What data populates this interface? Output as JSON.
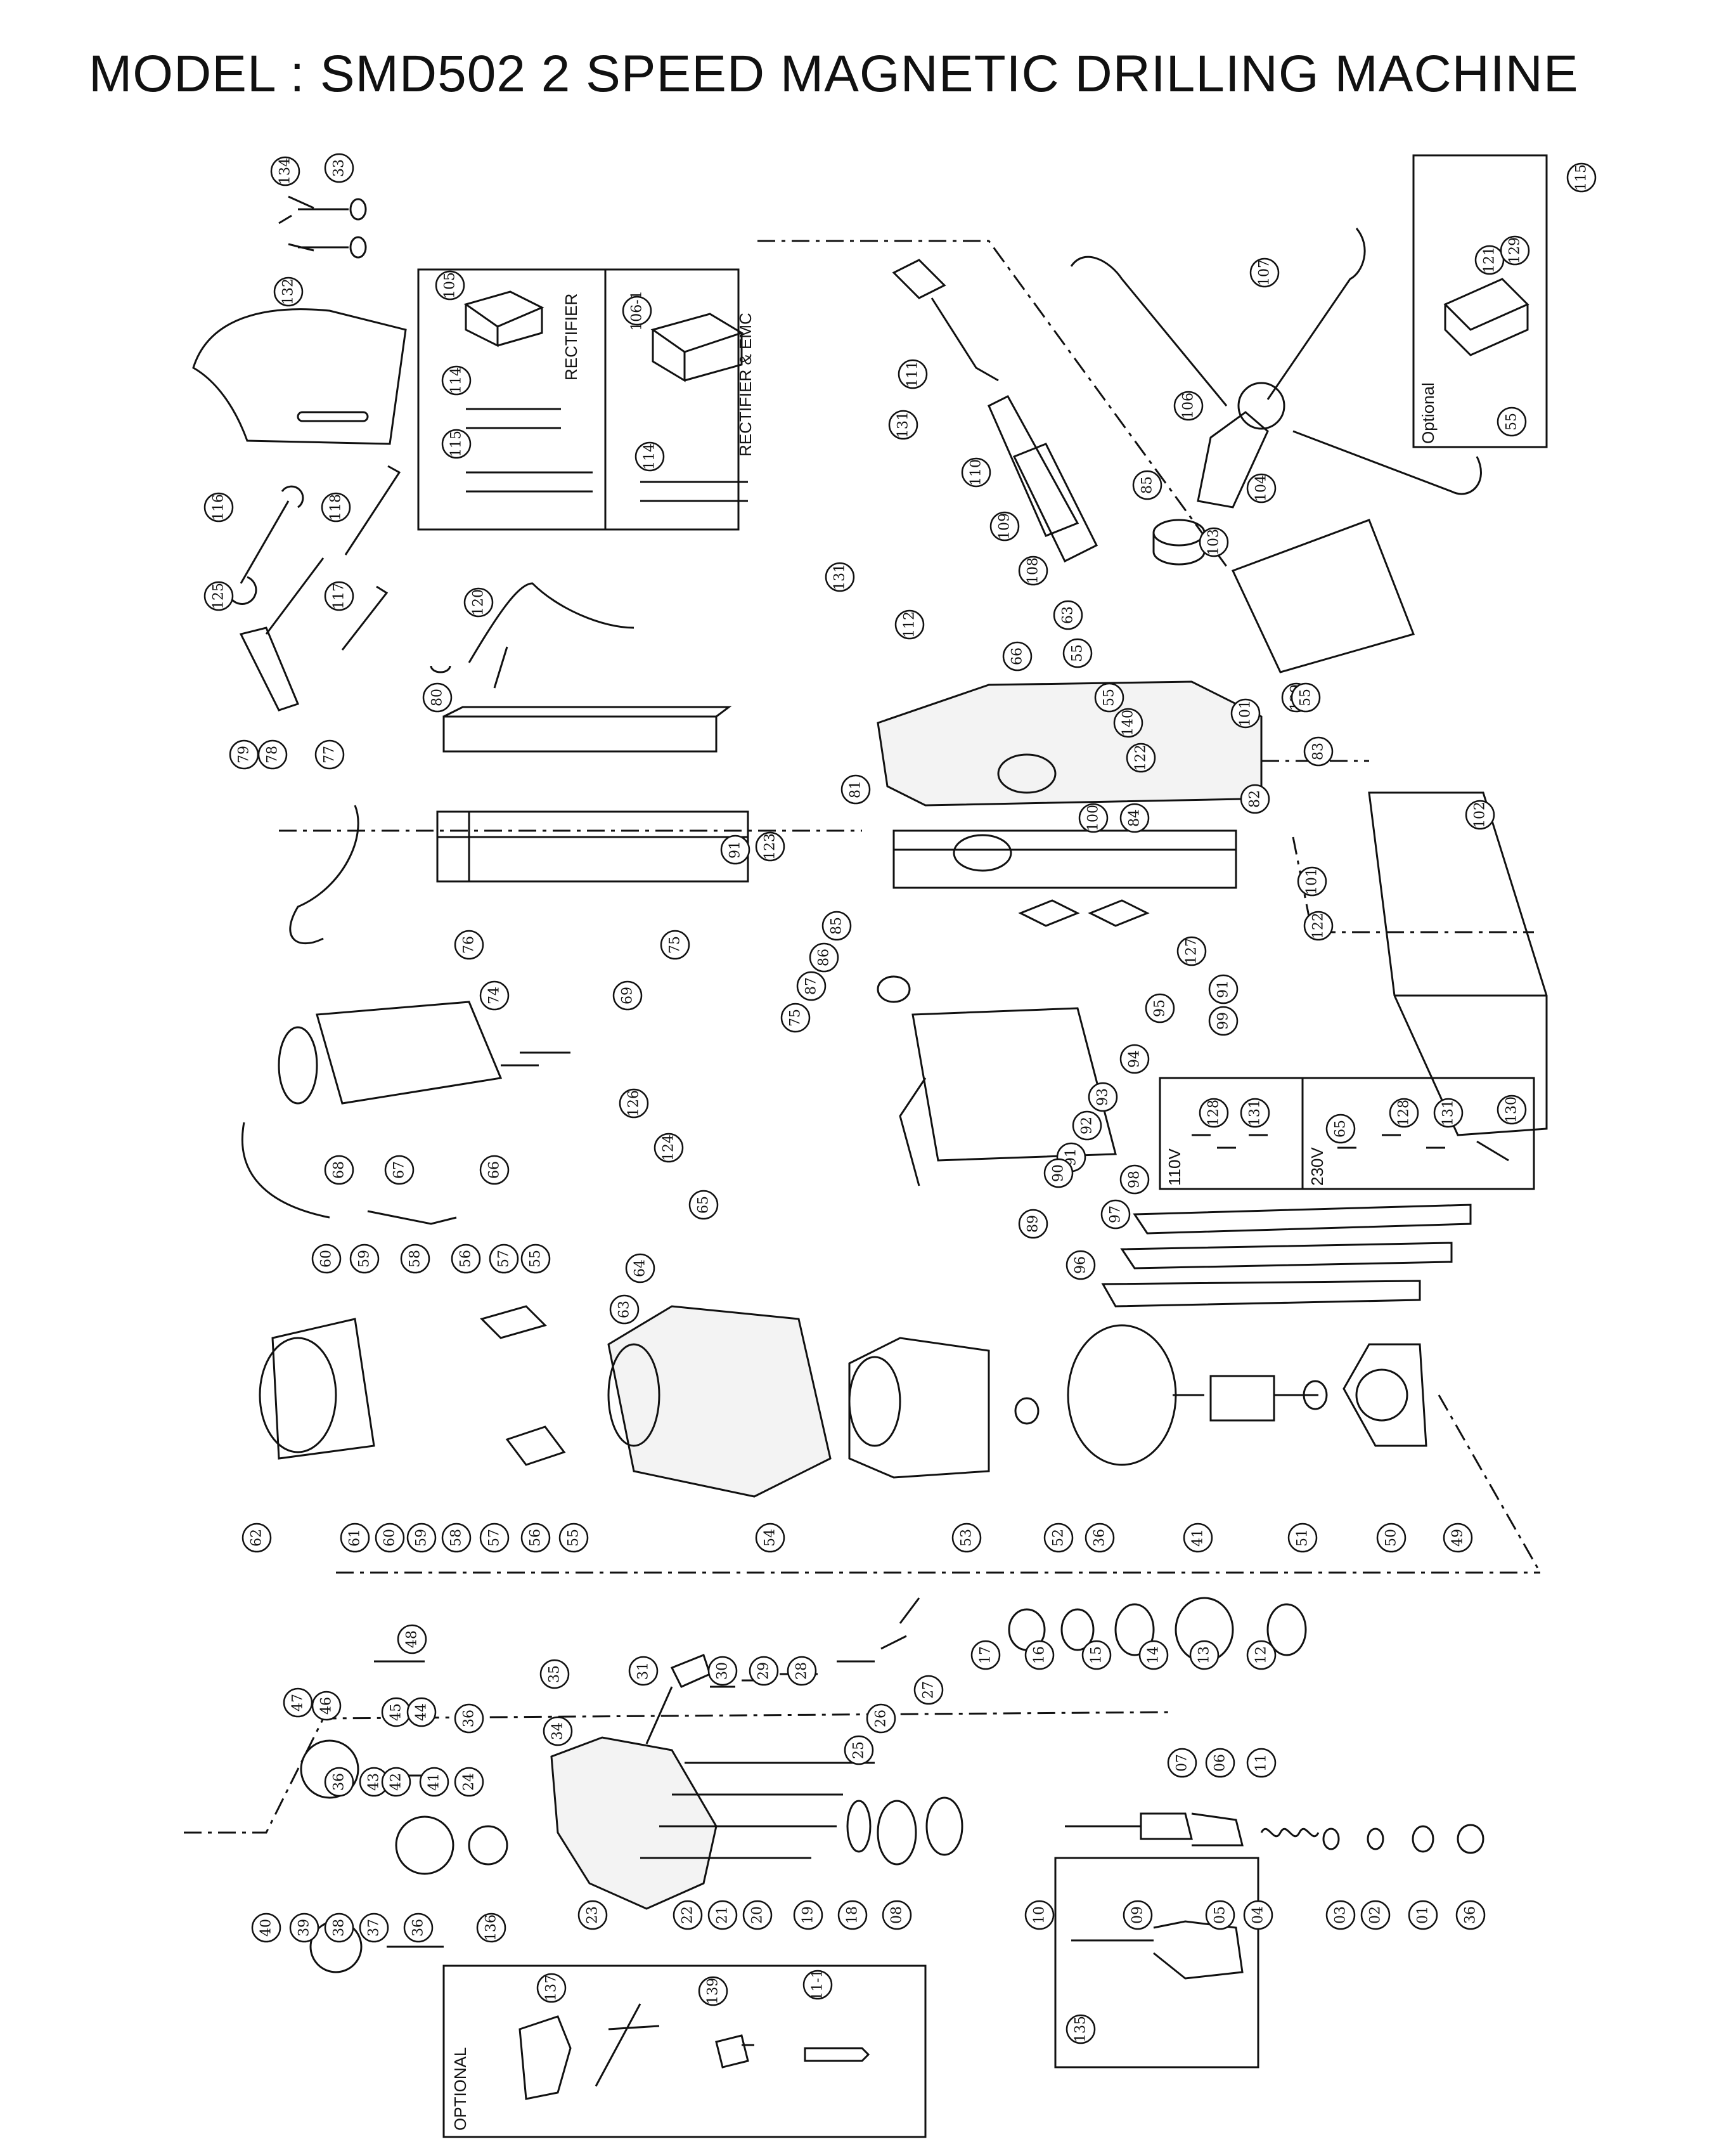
{
  "title": "MODEL : SMD502  2 SPEED MAGNETIC DRILLING MACHINE",
  "boxes": {
    "rectifier": "RECTIFIER",
    "rectifier_emc": "RECTIFIER & EMC",
    "optional_top": "Optional",
    "v110": "110V",
    "v230": "230V",
    "optional_bottom": "OPTIONAL"
  },
  "part_labels": [
    "134",
    "33",
    "132",
    "105",
    "114",
    "115",
    "106-1",
    "114",
    "111",
    "131",
    "110",
    "109",
    "107",
    "115",
    "121",
    "129",
    "55",
    "106",
    "85",
    "104",
    "103",
    "129",
    "55",
    "116",
    "118",
    "125",
    "117",
    "120",
    "108",
    "63",
    "55",
    "131",
    "112",
    "66",
    "55",
    "140",
    "122",
    "101",
    "83",
    "80",
    "81",
    "84",
    "100",
    "82",
    "79",
    "78",
    "77",
    "76",
    "75",
    "91",
    "123",
    "102",
    "85",
    "86",
    "87",
    "75",
    "95",
    "94",
    "93",
    "92",
    "91",
    "90",
    "89",
    "127",
    "91",
    "99",
    "122",
    "101",
    "74",
    "69",
    "128",
    "131",
    "65",
    "128",
    "131",
    "130",
    "126",
    "124",
    "68",
    "67",
    "66",
    "65",
    "64",
    "63",
    "60",
    "59",
    "58",
    "56",
    "57",
    "55",
    "98",
    "97",
    "96",
    "62",
    "61",
    "60",
    "59",
    "58",
    "57",
    "56",
    "55",
    "54",
    "53",
    "52",
    "36",
    "41",
    "51",
    "50",
    "49",
    "48",
    "47",
    "46",
    "45",
    "44",
    "36",
    "35",
    "34",
    "31",
    "30",
    "29",
    "28",
    "27",
    "26",
    "25",
    "17",
    "16",
    "15",
    "14",
    "13",
    "12",
    "36",
    "43",
    "42",
    "41",
    "24",
    "23",
    "22",
    "21",
    "20",
    "19",
    "18",
    "08",
    "07",
    "06",
    "11",
    "10",
    "09",
    "05",
    "04",
    "03",
    "02",
    "01",
    "36",
    "40",
    "39",
    "38",
    "37",
    "36",
    "136",
    "137",
    "139",
    "11-1",
    "135"
  ]
}
